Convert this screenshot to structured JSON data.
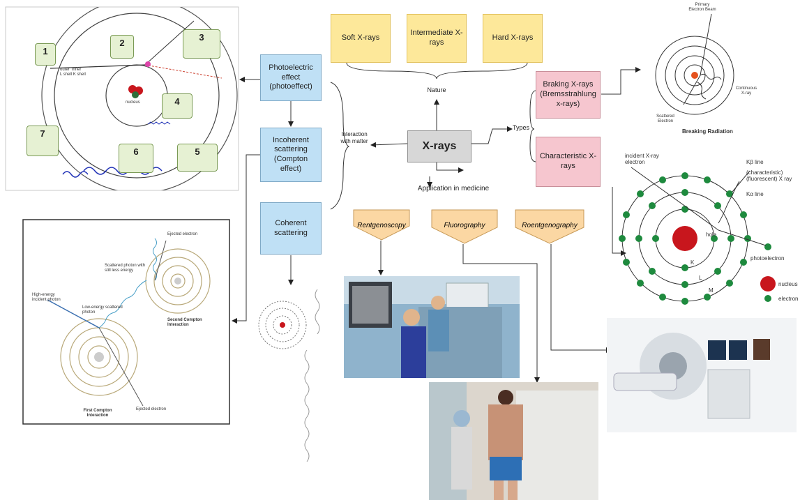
{
  "center": "X-rays",
  "nature": {
    "label": "Nature",
    "items": [
      "Soft X-rays",
      "Intermediate X-rays",
      "Hard X-rays"
    ]
  },
  "interaction": {
    "label": "Interaction with matter",
    "items": [
      "Photoelectric effect (photoeffect)",
      "Incoherent scattering (Compton effect)",
      "Coherent scattering"
    ]
  },
  "types": {
    "label": "Types",
    "items": [
      "Braking X-rays (Bremsstrahlung x-rays)",
      "Characteristic X-rays"
    ]
  },
  "medicine": {
    "label": "Application in medicine",
    "items": [
      "Rentgenoscopy",
      "Fluorography",
      "Roentgenography"
    ]
  },
  "photoelectric_diagram": {
    "steps": [
      "1",
      "2",
      "3",
      "4",
      "5",
      "6",
      "7"
    ],
    "shell_labels": "outer  inner\nL shell K shell",
    "nucleus_label": "nucleus"
  },
  "compton_diagram": {
    "labels": {
      "scattered_photon": "Scattered photon with still less energy",
      "ejected_electron_top": "Ejected electron",
      "low_energy": "Low-energy scattered photon",
      "high_energy": "High-energy incident photon",
      "second": "Second Compton Interaction",
      "first": "First Compton Interaction",
      "ejected_electron_bottom": "Ejected electron"
    }
  },
  "braking_diagram": {
    "title": "Breaking Radiation",
    "labels": {
      "primary": "Primary Electron Beam",
      "continuous": "Continuous X-ray",
      "scattered": "Scattered Electron"
    }
  },
  "characteristic_diagram": {
    "labels": {
      "incident": "incident X-ray electron",
      "kbeta": "Kβ line",
      "char": "(characteristic) (fluorescent) X ray",
      "kalpha": "Kα line",
      "hole": "hole",
      "photoelectron": "photoelectron",
      "nucleus": "nucleus",
      "electron": "electron",
      "K": "K",
      "L": "L",
      "M": "M"
    }
  },
  "colors": {
    "yellow": "#fde89a",
    "blue": "#bfe0f5",
    "pink": "#f6c6cf",
    "grey": "#d7d7d7",
    "peach": "#fbd7a3",
    "nucleus_red": "#c8161d",
    "electron_green": "#1e8a3e"
  }
}
